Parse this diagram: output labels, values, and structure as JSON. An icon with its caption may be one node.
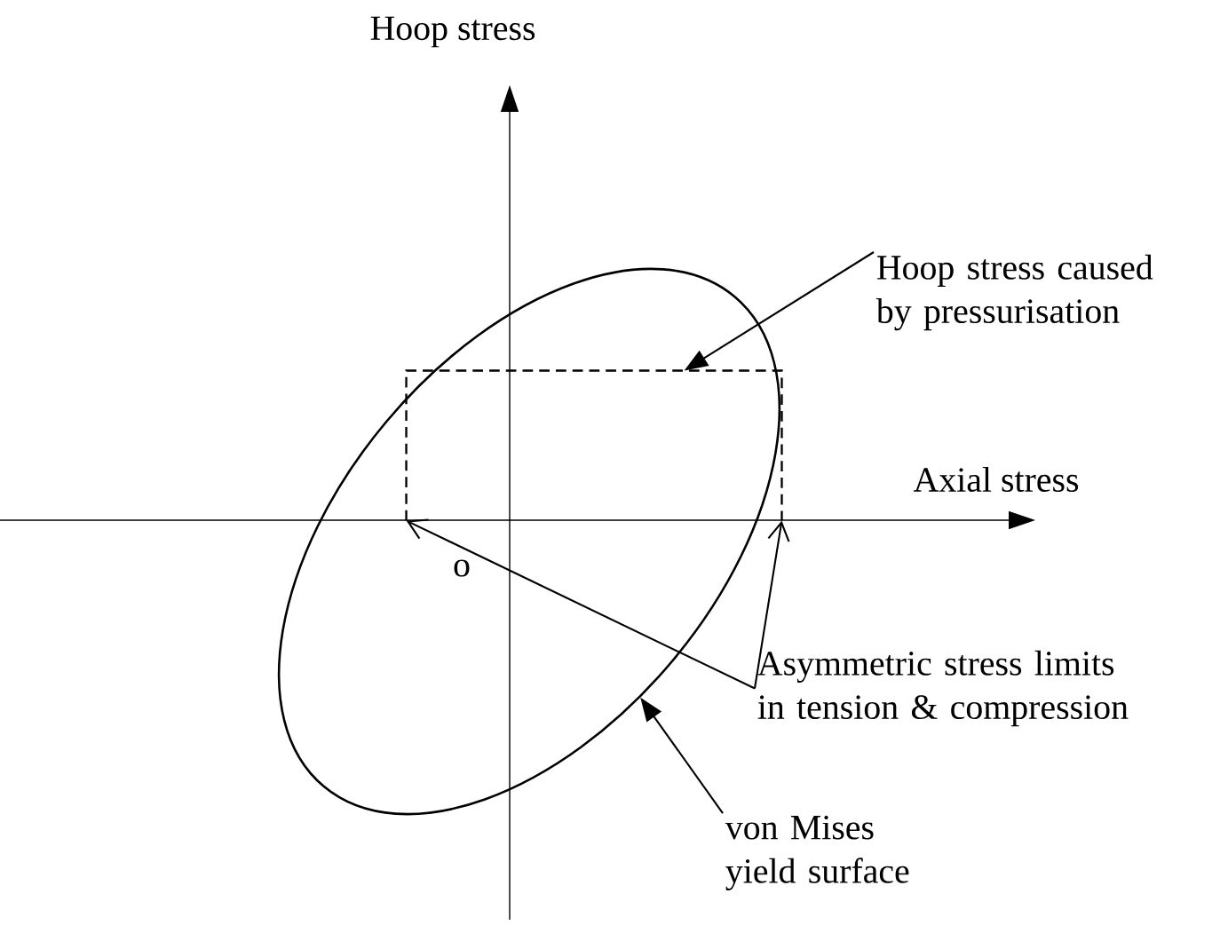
{
  "diagram": {
    "nodes": [
      {
        "text": [
          "Hoop stress caused by pressurisation"
        ]
      },
      {
        "text": [],
        "shape": "ellipse"
      },
      {
        "text": [],
        "shape": "box",
        "in": 1
      },
      {
        "text": [
          "Asymmetric stress limits in tension & compression"
        ]
      },
      {
        "text": [
          "von Mises yield surface"
        ]
      }
    ],
    "edges": [
      {
        "from": 0,
        "to": 2,
        "arrow": "to"
      },
      {
        "from": 3,
        "to": 2,
        "arrow": "to"
      },
      {
        "from": 3,
        "to": 2,
        "arrow": "to"
      },
      {
        "from": 4,
        "to": 1,
        "arrow": "to"
      }
    ],
    "labels": [
      "Hoop stress",
      "Axial stress",
      "o"
    ]
  }
}
